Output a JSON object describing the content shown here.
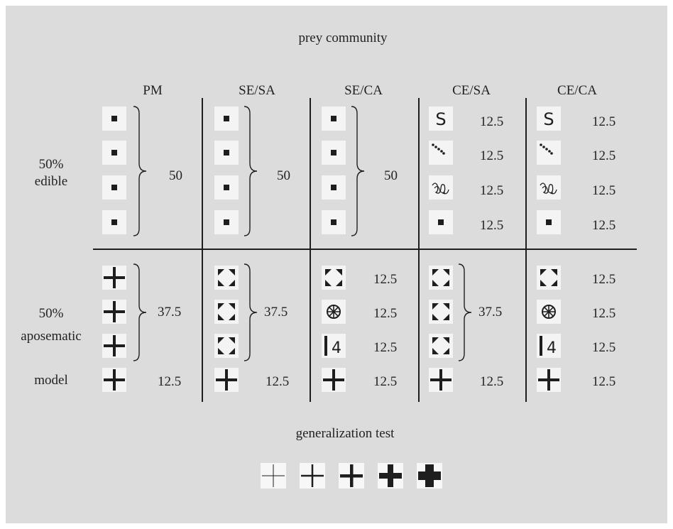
{
  "figure": {
    "title": "prey community",
    "columns": [
      "PM",
      "SE/SA",
      "SE/CA",
      "CE/SA",
      "CE/CA"
    ],
    "row_labels": {
      "edible": [
        "50%",
        "edible"
      ],
      "aposematic": [
        "50%",
        "aposematic"
      ],
      "model": "model"
    },
    "group_values": {
      "pm_edible": "50",
      "sesa_edible": "50",
      "seca_edible": "50",
      "pm_apos": "37.5",
      "sesa_apos": "37.5",
      "cesa_apos": "37.5"
    },
    "cell_values": {
      "cesa_edible": [
        "12.5",
        "12.5",
        "12.5",
        "12.5"
      ],
      "ceca_edible": [
        "12.5",
        "12.5",
        "12.5",
        "12.5"
      ],
      "seca_apos": [
        "12.5",
        "12.5",
        "12.5"
      ],
      "ceca_apos": [
        "12.5",
        "12.5",
        "12.5"
      ],
      "model": [
        "12.5",
        "12.5",
        "12.5",
        "12.5",
        "12.5"
      ]
    },
    "icons": {
      "edible_simple": "small-square-icon",
      "edible_complex": [
        "s-letter-icon",
        "dotted-diagonal-icon",
        "squiggle-icon",
        "small-square-icon"
      ],
      "apos_simple": "corner-brackets-icon",
      "apos_complex": [
        "corner-brackets-icon",
        "asterisk-circle-icon",
        "bar-four-icon"
      ],
      "model": "cross-icon"
    },
    "generalization_title": "generalization test",
    "generalization_icons": [
      "thin-cross-icon",
      "light-cross-icon",
      "medium-cross-icon",
      "bold-cross-icon",
      "heavy-cross-icon"
    ],
    "colors": {
      "background": "#dcdcdc",
      "tile": "#f4f4f4",
      "ink": "#1e1e1e"
    }
  }
}
